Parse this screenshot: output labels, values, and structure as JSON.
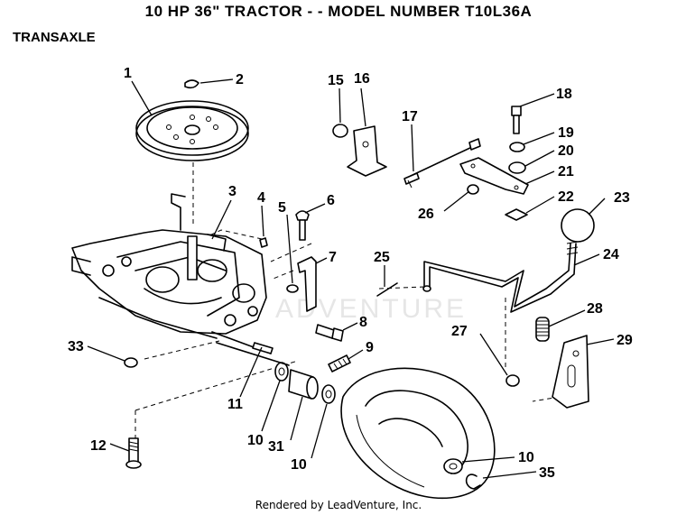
{
  "header": {
    "title": "10 HP  36\"  TRACTOR  - - MODEL NUMBER T10L36A",
    "section": "TRANSAXLE"
  },
  "footer": {
    "credit": "Rendered by LeadVenture, Inc."
  },
  "watermark": {
    "text": "ADVENTURE"
  },
  "part_labels": {
    "p1": "1",
    "p2": "2",
    "p3": "3",
    "p4": "4",
    "p5": "5",
    "p6": "6",
    "p7": "7",
    "p8": "8",
    "p9": "9",
    "p10a": "10",
    "p10b": "10",
    "p10c": "10",
    "p11": "11",
    "p12": "12",
    "p15": "15",
    "p16": "16",
    "p17": "17",
    "p18": "18",
    "p19": "19",
    "p20": "20",
    "p21": "21",
    "p22": "22",
    "p23": "23",
    "p24": "24",
    "p25": "25",
    "p26": "26",
    "p27": "27",
    "p28": "28",
    "p29": "29",
    "p31": "31",
    "p33": "33",
    "p35": "35"
  }
}
